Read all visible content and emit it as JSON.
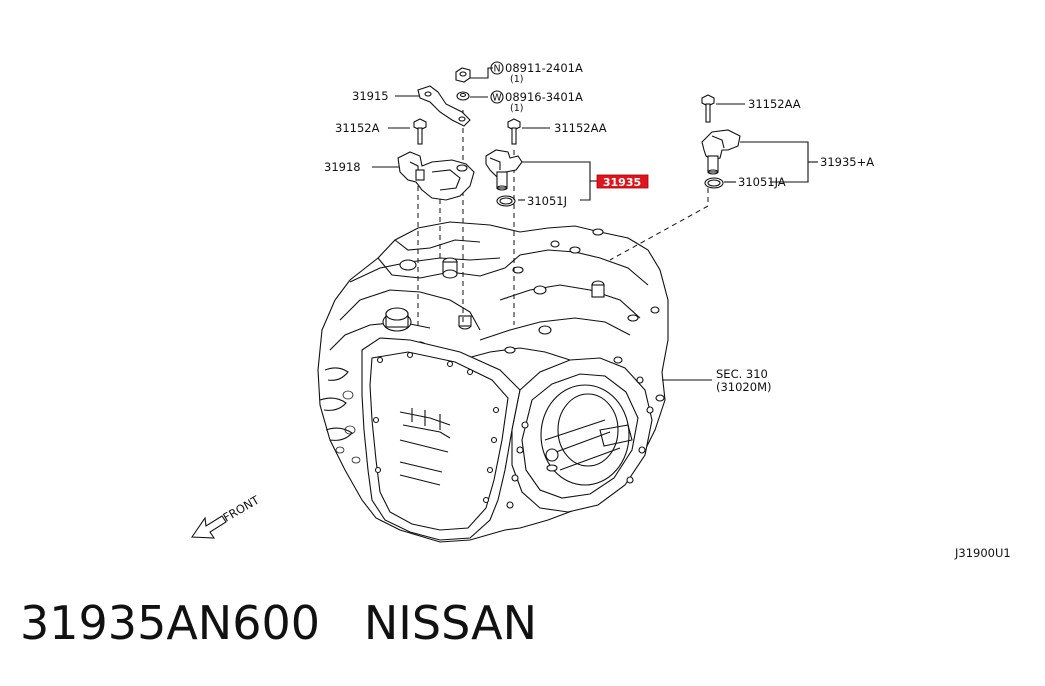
{
  "diagram": {
    "labels": {
      "nut_part": "08911-2401A",
      "nut_qty": "(1)",
      "washer_part": "08916-3401A",
      "washer_qty": "(1)",
      "bracket": "31915",
      "bolt_left": "31152A",
      "bolt_center": "31152AA",
      "bolt_right": "31152AA",
      "sensor_left": "31918",
      "highlight": "31935",
      "oring_center": "31051J",
      "oring_right": "31051JA",
      "sensor_right": "31935+A",
      "section_ref": "SEC. 310",
      "section_part": "(31020M)",
      "front": "FRONT",
      "figure_code": "J31900U1"
    },
    "symbols": {
      "nut": "N",
      "washer": "W"
    },
    "highlight_color": "#e0141e"
  },
  "caption": {
    "part_number": "31935AN600",
    "brand": "NISSAN"
  }
}
